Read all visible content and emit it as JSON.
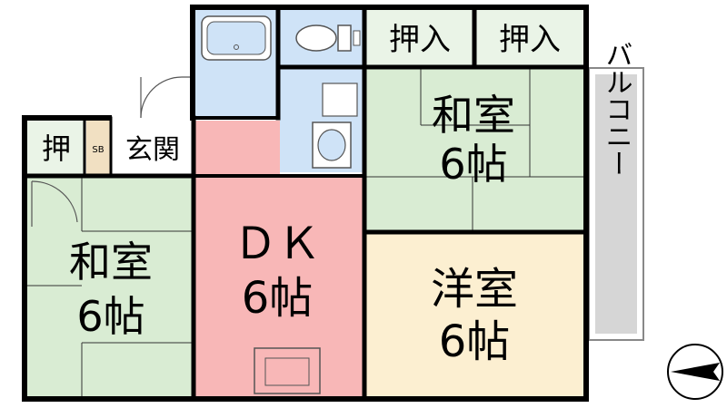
{
  "rooms": {
    "washitsu_ne": {
      "name": "和室",
      "size": "6帖"
    },
    "washitsu_w": {
      "name": "和室",
      "size": "6帖"
    },
    "dk": {
      "name": "ＤＫ",
      "size": "6帖"
    },
    "youshitsu": {
      "name": "洋室",
      "size": "6帖"
    }
  },
  "labels": {
    "oshiire_1": "押入",
    "oshiire_2": "押入",
    "oshi": "押",
    "genkan": "玄関",
    "sb": "SB",
    "balcony": "バルコニー"
  },
  "colors": {
    "tatami": "#d9ecd3",
    "dk": "#f8b7b7",
    "youshitsu": "#fcefd1",
    "bath": "#cfe3f7",
    "closet": "#eaf4e7",
    "sb": "#f1e0c2",
    "balcony": "#d6d6d6",
    "wall": "#000000"
  },
  "compass": {
    "icon": "north-arrow-icon"
  }
}
